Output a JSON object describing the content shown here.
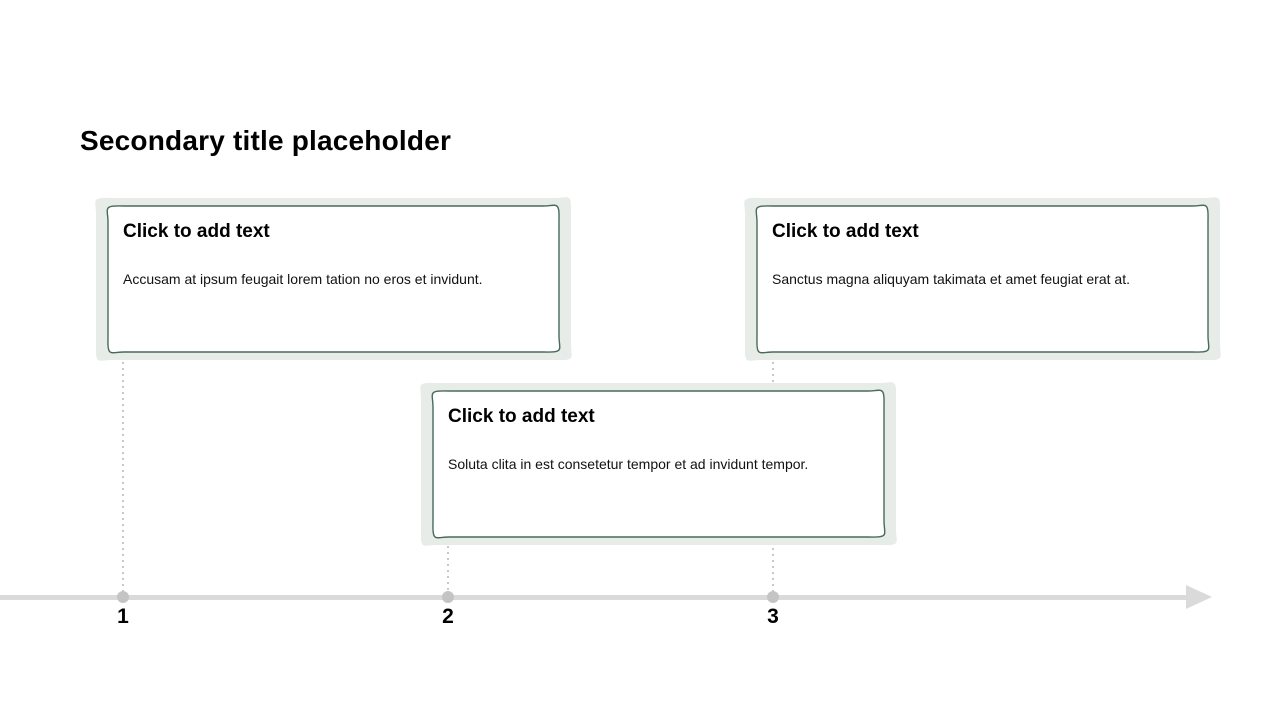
{
  "slide": {
    "title": "Secondary title placeholder"
  },
  "theme": {
    "frame_border": "#486a5d",
    "frame_bg": "#e8ece9",
    "timeline_color": "#dadada",
    "dot_color": "#c4c4c4",
    "connector_color": "#c9c9c9",
    "text_color": "#000000"
  },
  "cards": [
    {
      "title": "Click to add text",
      "body": "Accusam at ipsum feugait lorem tation no eros et invidunt."
    },
    {
      "title": "Click to add text",
      "body": "Soluta clita in est consetetur tempor et ad invidunt tempor."
    },
    {
      "title": "Click to add text",
      "body": "Sanctus magna aliquyam takimata et amet feugiat erat at."
    }
  ],
  "timeline": {
    "markers": [
      {
        "number": "1"
      },
      {
        "number": "2"
      },
      {
        "number": "3"
      }
    ],
    "arrow_icon": "right-arrowhead"
  }
}
